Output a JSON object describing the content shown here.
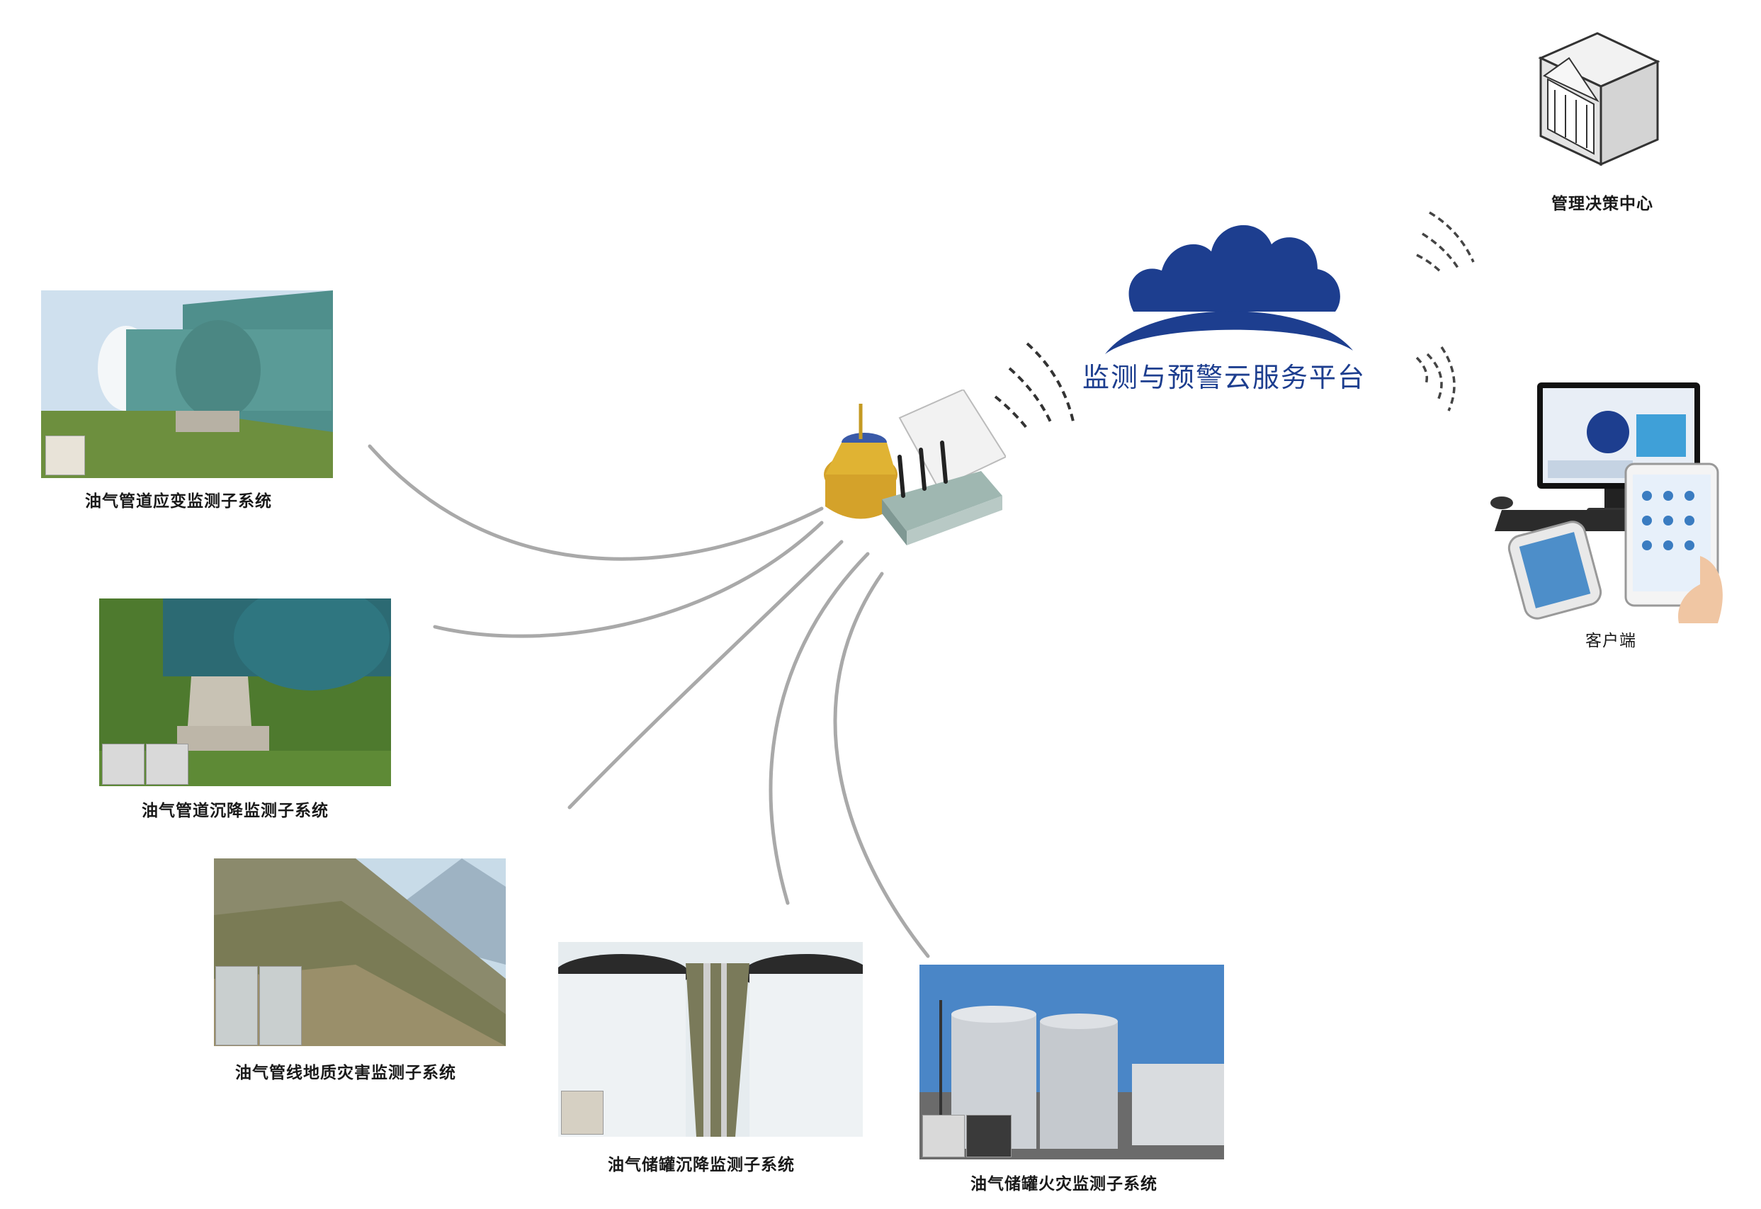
{
  "platform": {
    "title": "监测与预警云服务平台"
  },
  "nodes": {
    "decision_center": {
      "label": "管理决策中心"
    },
    "client": {
      "label": "客户端"
    }
  },
  "subsystems": [
    {
      "label": "油气管道应变监测子系统"
    },
    {
      "label": "油气管道沉降监测子系统"
    },
    {
      "label": "油气管线地质灾害监测子系统"
    },
    {
      "label": "油气储罐沉降监测子系统"
    },
    {
      "label": "油气储罐火灾监测子系统"
    }
  ],
  "colors": {
    "cloud": "#1d3e8f",
    "links": "#a9a9a9",
    "signal": "#333333"
  }
}
